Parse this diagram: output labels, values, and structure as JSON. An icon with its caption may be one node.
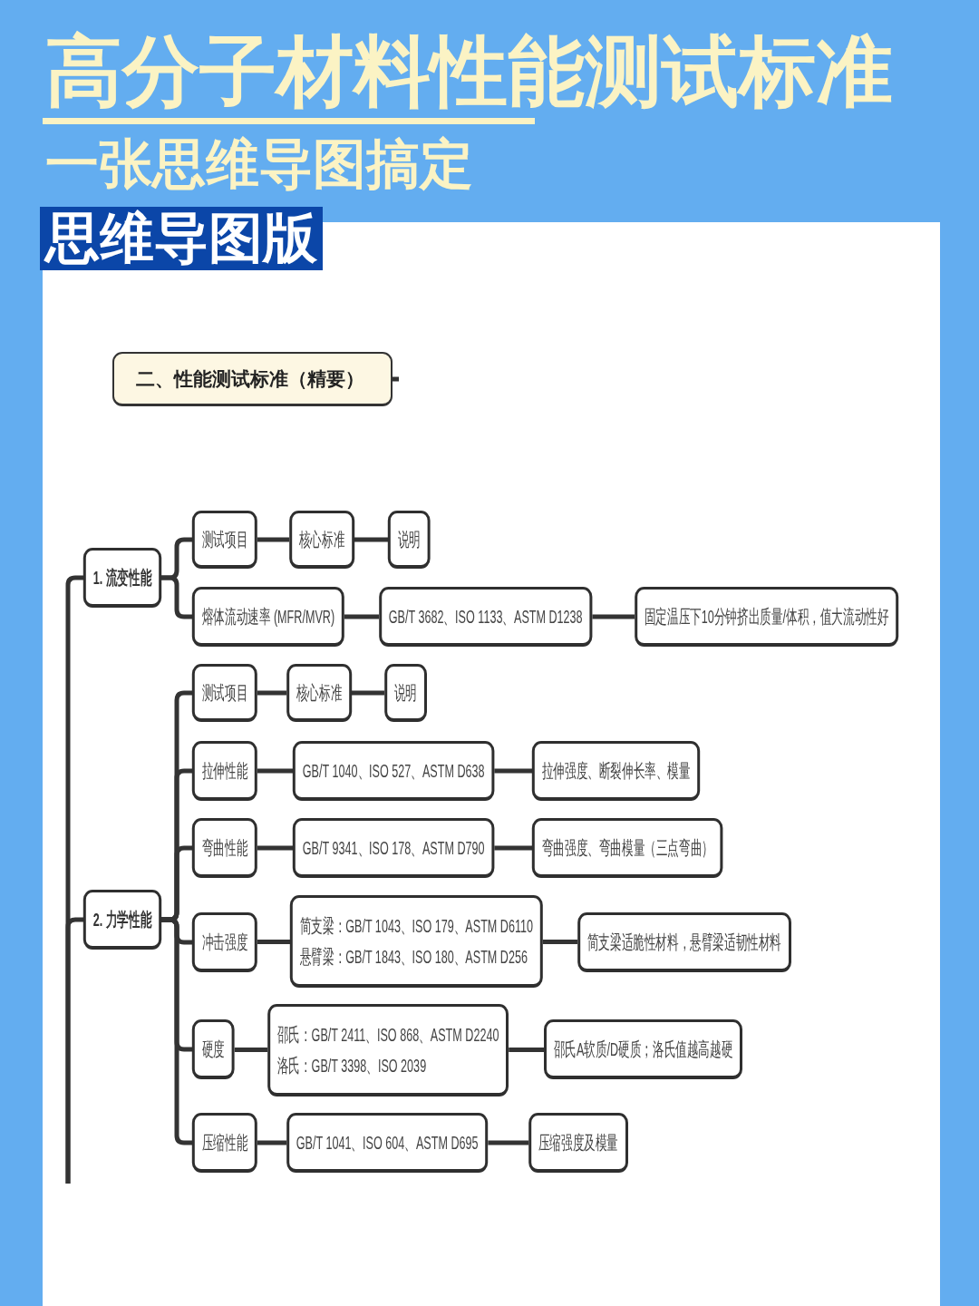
{
  "diagram": {
    "title": "高分子材料性能测试标准",
    "nodes": [
      {
        "text": [
          "思维导图版"
        ]
      },
      {
        "text": [
          "二、性能测试标准（精要）"
        ]
      },
      {
        "text": [
          "1. 流变性能"
        ]
      },
      {
        "text": [
          "测试项目"
        ]
      },
      {
        "text": [
          "核心标准"
        ]
      },
      {
        "text": [
          "说明"
        ]
      },
      {
        "text": [
          "熔体流动速率 (MFR/MVR)"
        ]
      },
      {
        "text": [
          "GB/T 3682、ISO 1133、ASTM D1238"
        ]
      },
      {
        "text": [
          "固定温压下10分钟挤出质量/体积，值大流动性好"
        ]
      },
      {
        "text": [
          "2. 力学性能"
        ]
      },
      {
        "text": [
          "测试项目"
        ]
      },
      {
        "text": [
          "核心标准"
        ]
      },
      {
        "text": [
          "说明"
        ]
      },
      {
        "text": [
          "拉伸性能"
        ]
      },
      {
        "text": [
          "GB/T 1040、ISO 527、ASTM D638"
        ]
      },
      {
        "text": [
          "拉伸强度、断裂伸长率、模量"
        ]
      },
      {
        "text": [
          "弯曲性能"
        ]
      },
      {
        "text": [
          "GB/T 9341、ISO 178、ASTM D790"
        ]
      },
      {
        "text": [
          "弯曲强度、弯曲模量（三点弯曲）"
        ]
      },
      {
        "text": [
          "冲击强度"
        ]
      },
      {
        "text": [
          "简支梁：GB/T 1043、ISO 179、ASTM D6110",
          "悬臂梁：GB/T 1843、ISO 180、ASTM D256"
        ]
      },
      {
        "text": [
          "简支梁适脆性材料，悬臂梁适韧性材料"
        ]
      },
      {
        "text": [
          "硬度"
        ]
      },
      {
        "text": [
          "邵氏：GB/T 2411、ISO 868、ASTM D2240",
          "洛氏：GB/T 3398、ISO 2039"
        ]
      },
      {
        "text": [
          "邵氏A软质/D硬质；洛氏值越高越硬"
        ]
      },
      {
        "text": [
          "压缩性能"
        ]
      },
      {
        "text": [
          "GB/T 1041、ISO 604、ASTM D695"
        ]
      },
      {
        "text": [
          "压缩强度及模量"
        ]
      }
    ],
    "edges": [
      {
        "from": 1,
        "to": null,
        "arrow": "none"
      },
      {
        "from": null,
        "to": 2,
        "arrow": "none"
      },
      {
        "from": null,
        "to": 9,
        "arrow": "none"
      },
      {
        "from": 2,
        "to": 3,
        "arrow": "none"
      },
      {
        "from": 2,
        "to": 6,
        "arrow": "none"
      },
      {
        "from": 3,
        "to": 4,
        "arrow": "none"
      },
      {
        "from": 4,
        "to": 5,
        "arrow": "none"
      },
      {
        "from": 6,
        "to": 7,
        "arrow": "none"
      },
      {
        "from": 7,
        "to": 8,
        "arrow": "none"
      },
      {
        "from": 9,
        "to": 10,
        "arrow": "none"
      },
      {
        "from": 9,
        "to": 13,
        "arrow": "none"
      },
      {
        "from": 9,
        "to": 16,
        "arrow": "none"
      },
      {
        "from": 9,
        "to": 19,
        "arrow": "none"
      },
      {
        "from": 9,
        "to": 22,
        "arrow": "none"
      },
      {
        "from": 9,
        "to": 25,
        "arrow": "none"
      },
      {
        "from": 10,
        "to": 11,
        "arrow": "none"
      },
      {
        "from": 11,
        "to": 12,
        "arrow": "none"
      },
      {
        "from": 13,
        "to": 14,
        "arrow": "none"
      },
      {
        "from": 14,
        "to": 15,
        "arrow": "none"
      },
      {
        "from": 16,
        "to": 17,
        "arrow": "none"
      },
      {
        "from": 17,
        "to": 18,
        "arrow": "none"
      },
      {
        "from": 19,
        "to": 20,
        "arrow": "none"
      },
      {
        "from": 20,
        "to": 21,
        "arrow": "none"
      },
      {
        "from": 22,
        "to": 23,
        "arrow": "none"
      },
      {
        "from": 23,
        "to": 24,
        "arrow": "none"
      },
      {
        "from": 25,
        "to": 26,
        "arrow": "none"
      },
      {
        "from": 26,
        "to": 27,
        "arrow": "none"
      }
    ],
    "labels": [
      "一张思维导图搞定"
    ]
  }
}
